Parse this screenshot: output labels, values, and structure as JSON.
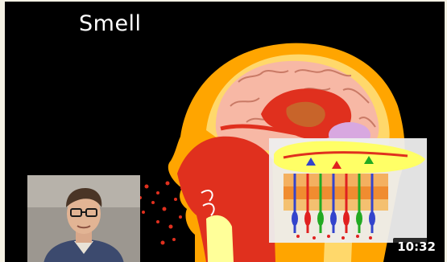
{
  "video": {
    "title_overlay": "Smell",
    "duration": "10:32"
  },
  "colors": {
    "background": "#000000",
    "skin": "#ffa500",
    "brain": "#f7b8a5",
    "red_structures": "#e0301e",
    "bulb": "#ffff66",
    "cells_blue": "#3344cc",
    "cells_red": "#e02020",
    "cells_green": "#22aa22"
  },
  "icons": {
    "illustration": "head-cross-section-illustration",
    "presenter": "presenter-webcam-thumbnail"
  }
}
